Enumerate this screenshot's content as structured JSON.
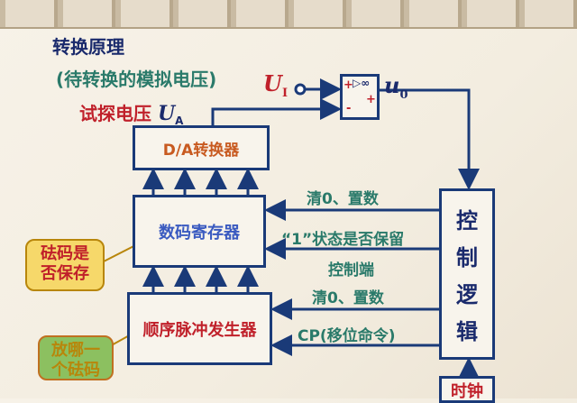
{
  "title": "转换原理",
  "input_label": "(待转换的模拟电压)",
  "ui_symbol": "U",
  "ui_sub": "I",
  "uo_symbol": "u",
  "uo_sub": "0",
  "probe_label": "试探电压",
  "ua_symbol": "U",
  "ua_sub": "A",
  "comparator": {
    "plus": "+",
    "minus": "-",
    "out_plus": "+",
    "symbol": "▷∞"
  },
  "dac": "D/A转换器",
  "register": "数码寄存器",
  "pulse_gen": "顺序脉冲发生器",
  "control_logic": [
    "控",
    "制",
    "逻",
    "辑"
  ],
  "clock": "时钟",
  "signals": {
    "clear_set_1": "清0、置数",
    "keep_state": "“1”状态是否保留",
    "control_end": "控制端",
    "clear_set_2": "清0、置数",
    "cp": "CP(移位命令)"
  },
  "callouts": {
    "weight_saved": [
      "砝码是",
      "否保存"
    ],
    "which_weight": [
      "放哪一",
      "个砝码"
    ]
  },
  "colors": {
    "line": "#1a3a78",
    "title": "#1a2a6c",
    "teal": "#2a7a6a",
    "red": "#c0202a"
  }
}
